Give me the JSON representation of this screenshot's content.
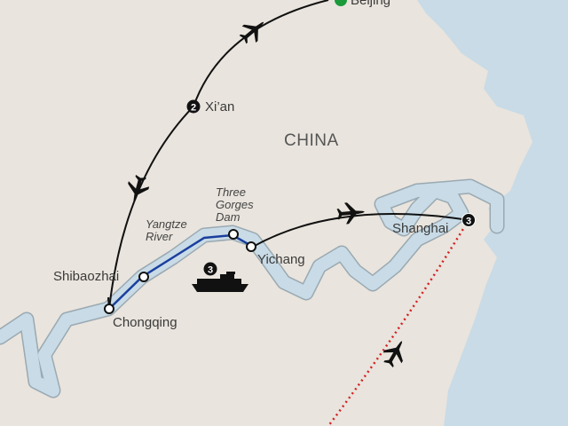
{
  "map": {
    "country": "CHINA",
    "cities": [
      {
        "name": "Beijing",
        "stop": ""
      },
      {
        "name": "Xi’an",
        "stop": "2"
      },
      {
        "name": "Shibaozhai",
        "stop": ""
      },
      {
        "name": "Chongqing",
        "stop": ""
      },
      {
        "name": "Yichang",
        "stop": ""
      },
      {
        "name": "Shanghai",
        "stop": "3"
      }
    ],
    "features": {
      "river_line1": "Yangtze",
      "river_line2": "River",
      "dam_line1": "Three",
      "dam_line2": "Gorges",
      "dam_line3": "Dam"
    },
    "cruise_nights": "3",
    "colors": {
      "land": "#e9e4dd",
      "water": "#c8dbe6",
      "cruise_route": "#1a3f9e",
      "flight_route": "#111111",
      "dotted_route": "#d42020",
      "start_marker": "#1a9a3a"
    }
  }
}
